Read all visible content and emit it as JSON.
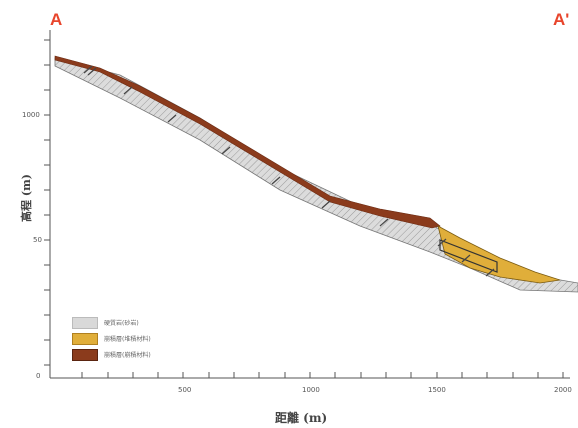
{
  "section": {
    "start_label": "A",
    "end_label": "A'"
  },
  "axes": {
    "ylabel": "高程 (m)",
    "xlabel": "距離 (m)",
    "x_ticks": [
      "500",
      "1000",
      "1500",
      "2000"
    ],
    "y_ticks": [
      "1000",
      "50",
      "0"
    ]
  },
  "legend": [
    {
      "label": "硬質岩(砂岩)",
      "color": "#d9d9d9"
    },
    {
      "label": "崩積層(堆積材料)",
      "color": "#e0ae3a"
    },
    {
      "label": "崩積層(崩積材料)",
      "color": "#8b3b1c"
    }
  ],
  "colors": {
    "bedrock": "#d9d9d9",
    "colluvium_yellow": "#e0ae3a",
    "colluvium_brown": "#8b3b1c",
    "section_label": "#e8452c"
  }
}
